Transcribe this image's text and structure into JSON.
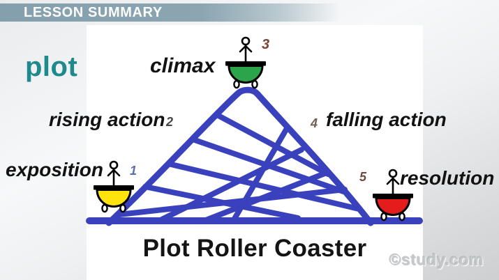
{
  "header": {
    "title": "LESSON SUMMARY",
    "bar_color": "#87a2ae"
  },
  "concept": {
    "label": "plot",
    "color": "#1e8a8b"
  },
  "diagram": {
    "title": "Plot Roller Coaster",
    "track_color": "#3a41bd",
    "stages": [
      {
        "label": "exposition",
        "number": "1",
        "number_color": "#5b6fae",
        "cart_color": "#ffe30a"
      },
      {
        "label": "rising action",
        "number": "2",
        "number_color": "#4c4446"
      },
      {
        "label": "climax",
        "number": "3",
        "number_color": "#7a4634",
        "cart_color": "#2ca44b"
      },
      {
        "label": "falling action",
        "number": "4",
        "number_color": "#6e5e56"
      },
      {
        "label": "resolution",
        "number": "5",
        "number_color": "#6b4a40",
        "cart_color": "#e41c1c"
      }
    ]
  },
  "watermark": {
    "text": "©study.com"
  }
}
